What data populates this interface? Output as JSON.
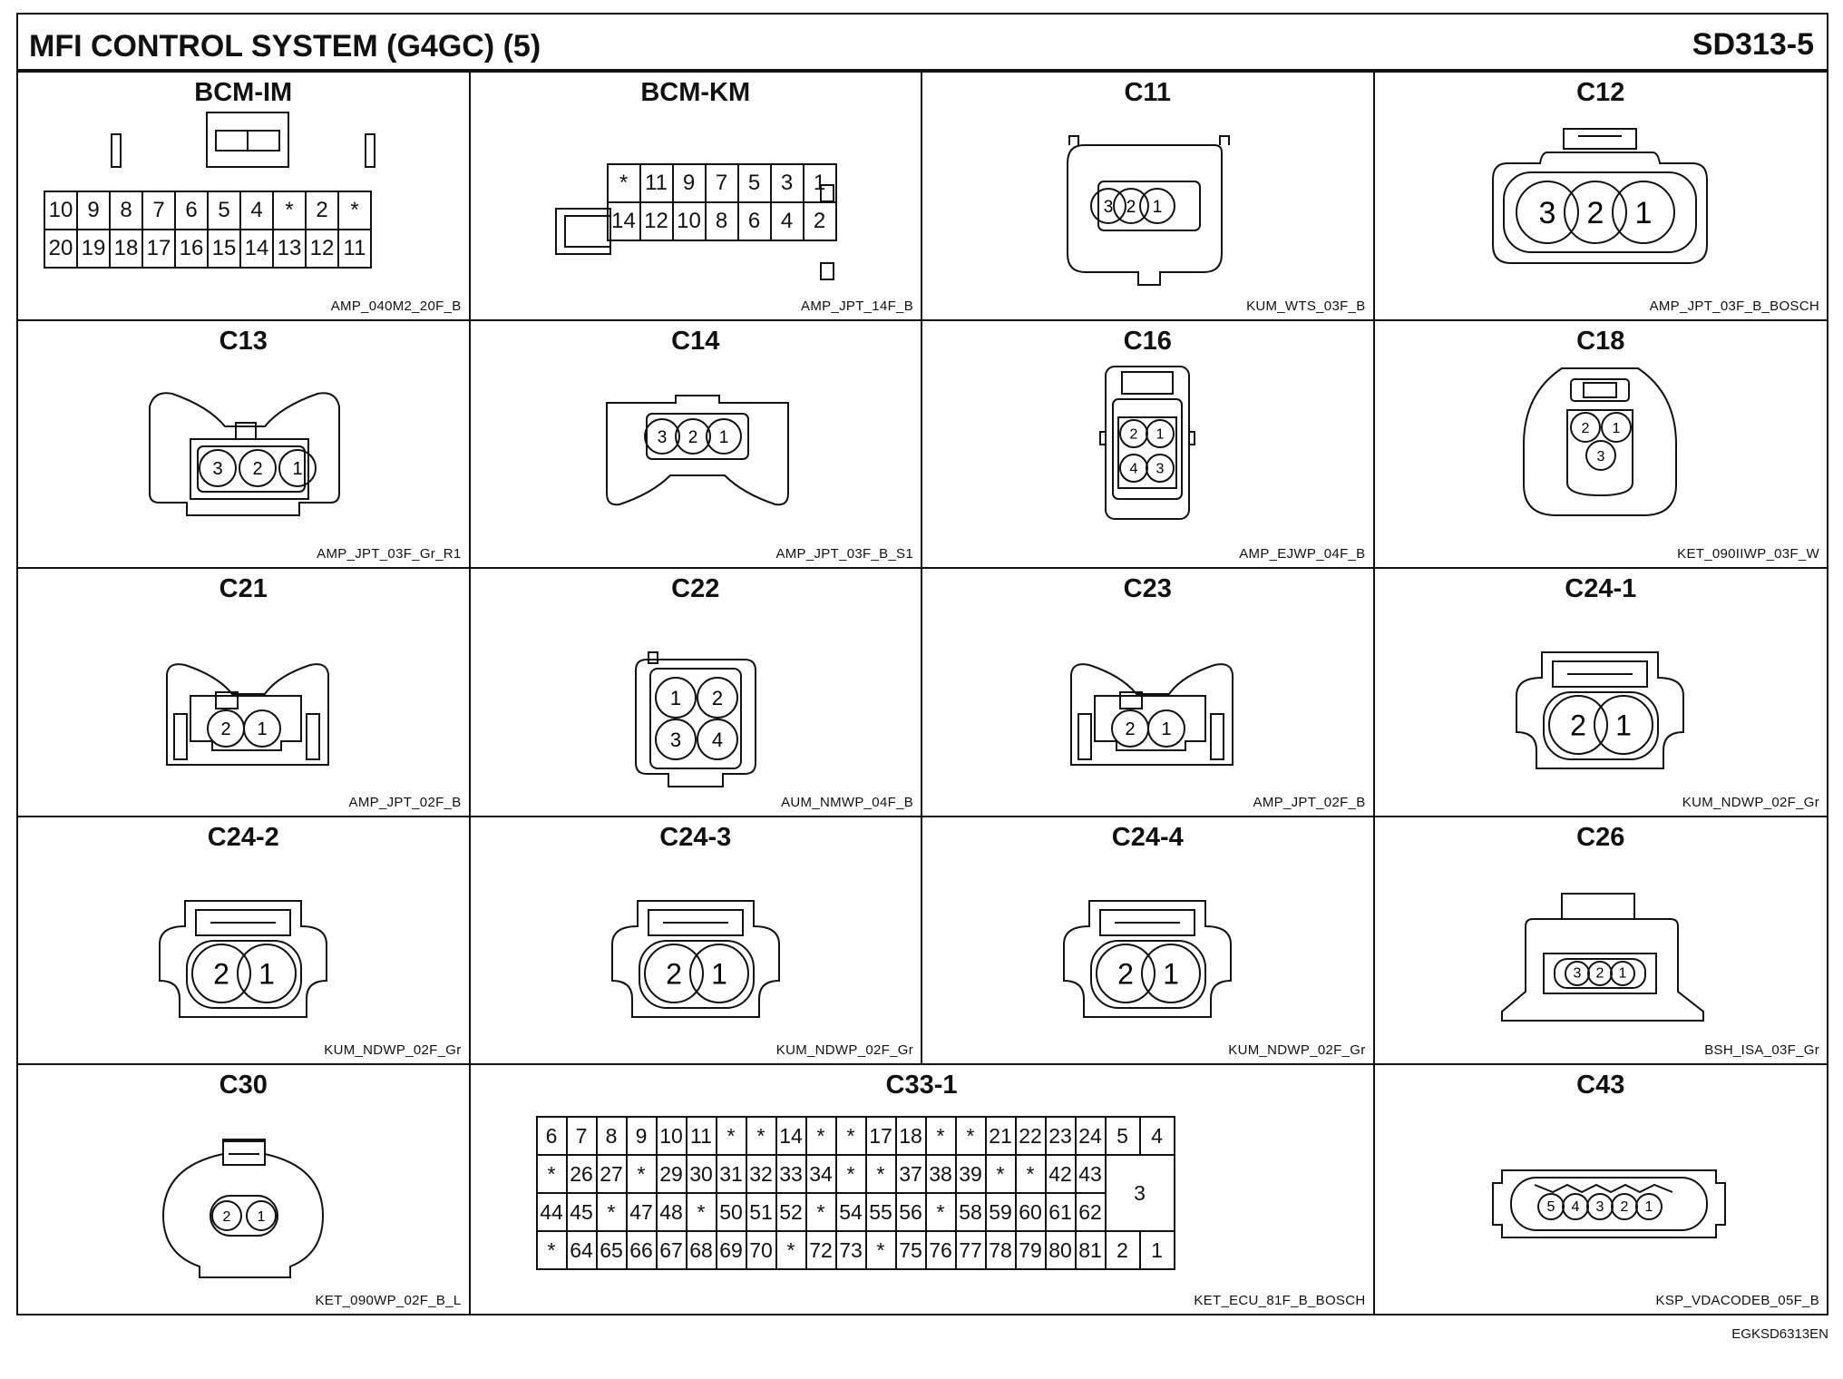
{
  "header": {
    "title": "MFI CONTROL SYSTEM (G4GC) (5)",
    "code": "SD313-5"
  },
  "footer_code": "EGKSD6313EN",
  "connectors": [
    {
      "name": "BCM-IM",
      "part": "AMP_040M2_20F_B",
      "rows": [
        [
          "10",
          "9",
          "8",
          "7",
          "6",
          "5",
          "4",
          "*",
          "2",
          "*"
        ],
        [
          "20",
          "19",
          "18",
          "17",
          "16",
          "15",
          "14",
          "13",
          "12",
          "11"
        ]
      ]
    },
    {
      "name": "BCM-KM",
      "part": "AMP_JPT_14F_B",
      "rows": [
        [
          "*",
          "11",
          "9",
          "7",
          "5",
          "3",
          "1"
        ],
        [
          "14",
          "12",
          "10",
          "8",
          "6",
          "4",
          "2"
        ]
      ]
    },
    {
      "name": "C11",
      "part": "KUM_WTS_03F_B",
      "pins": [
        "3",
        "2",
        "1"
      ]
    },
    {
      "name": "C12",
      "part": "AMP_JPT_03F_B_BOSCH",
      "pins": [
        "3",
        "2",
        "1"
      ]
    },
    {
      "name": "C13",
      "part": "AMP_JPT_03F_Gr_R1",
      "pins": [
        "3",
        "2",
        "1"
      ]
    },
    {
      "name": "C14",
      "part": "AMP_JPT_03F_B_S1",
      "pins": [
        "3",
        "2",
        "1"
      ]
    },
    {
      "name": "C16",
      "part": "AMP_EJWP_04F_B",
      "pins": [
        "2",
        "1",
        "4",
        "3"
      ]
    },
    {
      "name": "C18",
      "part": "KET_090IIWP_03F_W",
      "pins": [
        "2",
        "1",
        "3"
      ]
    },
    {
      "name": "C21",
      "part": "AMP_JPT_02F_B",
      "pins": [
        "2",
        "1"
      ]
    },
    {
      "name": "C22",
      "part": "AUM_NMWP_04F_B",
      "pins": [
        "1",
        "2",
        "3",
        "4"
      ]
    },
    {
      "name": "C23",
      "part": "AMP_JPT_02F_B",
      "pins": [
        "2",
        "1"
      ]
    },
    {
      "name": "C24-1",
      "part": "KUM_NDWP_02F_Gr",
      "pins": [
        "2",
        "1"
      ]
    },
    {
      "name": "C24-2",
      "part": "KUM_NDWP_02F_Gr",
      "pins": [
        "2",
        "1"
      ]
    },
    {
      "name": "C24-3",
      "part": "KUM_NDWP_02F_Gr",
      "pins": [
        "2",
        "1"
      ]
    },
    {
      "name": "C24-4",
      "part": "KUM_NDWP_02F_Gr",
      "pins": [
        "2",
        "1"
      ]
    },
    {
      "name": "C26",
      "part": "BSH_ISA_03F_Gr",
      "pins": [
        "3",
        "2",
        "1"
      ]
    },
    {
      "name": "C30",
      "part": "KET_090WP_02F_B_L",
      "pins": [
        "2",
        "1"
      ]
    },
    {
      "name": "C33-1",
      "part": "KET_ECU_81F_B_BOSCH",
      "rows": [
        [
          "6",
          "7",
          "8",
          "9",
          "10",
          "11",
          "*",
          "*",
          "14",
          "*",
          "*",
          "17",
          "18",
          "*",
          "*",
          "21",
          "22",
          "23",
          "24"
        ],
        [
          "*",
          "26",
          "27",
          "*",
          "29",
          "30",
          "31",
          "32",
          "33",
          "34",
          "*",
          "*",
          "37",
          "38",
          "39",
          "*",
          "*",
          "42",
          "43"
        ],
        [
          "44",
          "45",
          "*",
          "47",
          "48",
          "*",
          "50",
          "51",
          "52",
          "*",
          "54",
          "55",
          "56",
          "*",
          "58",
          "59",
          "60",
          "61",
          "62"
        ],
        [
          "*",
          "64",
          "65",
          "66",
          "67",
          "68",
          "69",
          "70",
          "*",
          "72",
          "73",
          "*",
          "75",
          "76",
          "77",
          "78",
          "79",
          "80",
          "81"
        ]
      ],
      "side": [
        "5",
        "4",
        "3",
        "2",
        "1"
      ]
    },
    {
      "name": "C43",
      "part": "KSP_VDACODEB_05F_B",
      "pins": [
        "5",
        "4",
        "3",
        "2",
        "1"
      ]
    }
  ]
}
